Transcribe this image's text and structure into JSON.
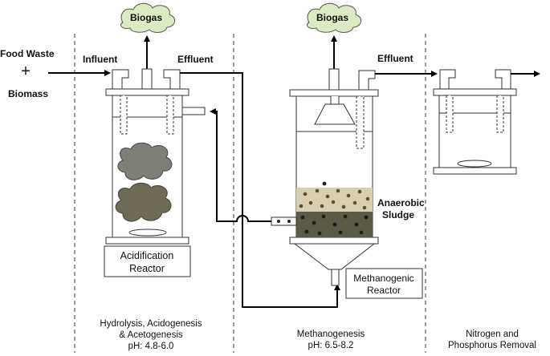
{
  "inputs": {
    "food_waste": "Food Waste",
    "plus": "+",
    "biomass": "Biomass"
  },
  "flow_labels": {
    "influent": "Influent",
    "effluent_1": "Effluent",
    "effluent_2": "Effluent"
  },
  "clouds": {
    "biogas_1": "Biogas",
    "biogas_2": "Biogas"
  },
  "reactors": {
    "acidification": {
      "line1": "Acidification",
      "line2": "Reactor"
    },
    "methanogenic": {
      "line1": "Methanogenic",
      "line2": "Reactor"
    },
    "sludge_label": {
      "line1": "Anaerobic",
      "line2": "Sludge"
    }
  },
  "stages": {
    "stage1": {
      "line1": "Hydrolysis, Acidogenesis",
      "line2": "& Acetogenesis",
      "line3": "pH: 4.8-6.0"
    },
    "stage2": {
      "line1": "Methanogenesis",
      "line2": "pH: 6.5-8.2"
    },
    "stage3": {
      "line1": "Nitrogen and",
      "line2": "Phosphorus Removal"
    }
  },
  "colors": {
    "cloud_fill": "#dcebc1",
    "sludge_light": "#d9cfb0",
    "sludge_dark": "#5e5a48",
    "blob_grey": "#7f7f78",
    "blob_brown": "#6e6a56"
  }
}
